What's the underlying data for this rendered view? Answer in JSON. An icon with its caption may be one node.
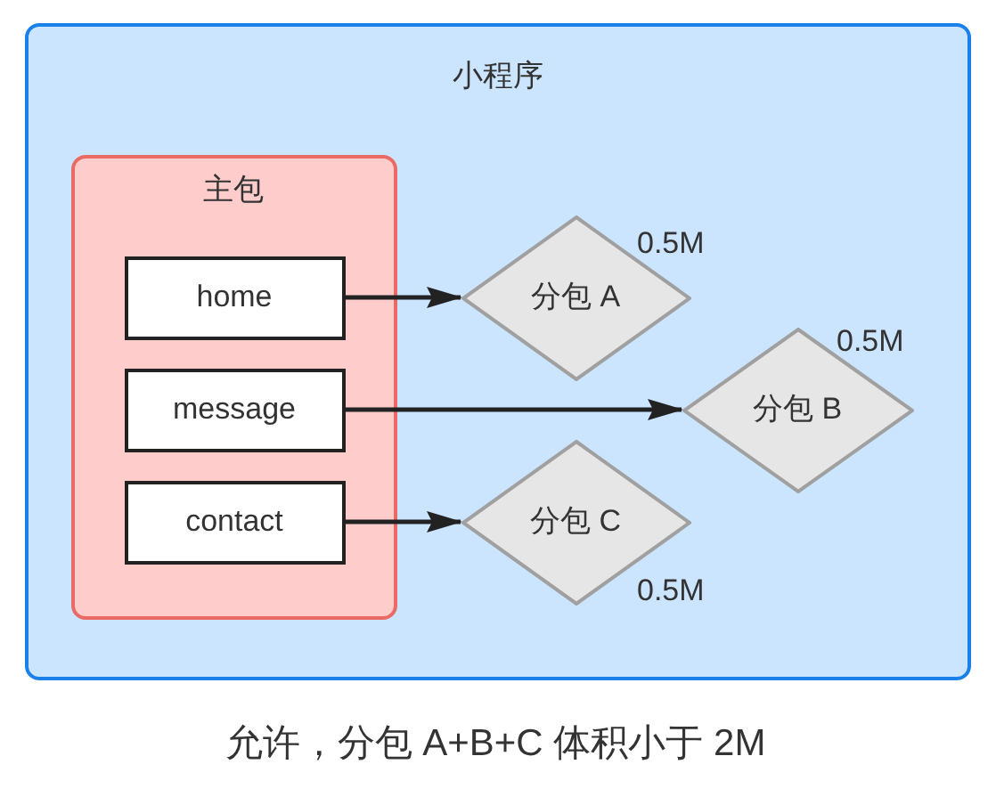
{
  "diagram": {
    "caption": "允许，分包 A+B+C 体积小于 2M",
    "nodes": [
      {
        "text": [
          "小程序"
        ]
      },
      {
        "text": [
          "主包"
        ],
        "in": 0
      },
      {
        "text": [
          "home"
        ],
        "in": 1
      },
      {
        "text": [
          "message"
        ],
        "in": 1
      },
      {
        "text": [
          "contact"
        ],
        "in": 1
      },
      {
        "text": [
          "分包 A"
        ],
        "beside": [
          "0.5M"
        ],
        "in": 0
      },
      {
        "text": [
          "分包 B"
        ],
        "beside": [
          "0.5M"
        ],
        "in": 0
      },
      {
        "text": [
          "分包 C"
        ],
        "beside": [
          "0.5M"
        ],
        "in": 0
      }
    ],
    "edges": [
      {
        "from": 2,
        "to": 5,
        "arrow": "to"
      },
      {
        "from": 3,
        "to": 6,
        "arrow": "to"
      },
      {
        "from": 4,
        "to": 7,
        "arrow": "to"
      }
    ]
  }
}
